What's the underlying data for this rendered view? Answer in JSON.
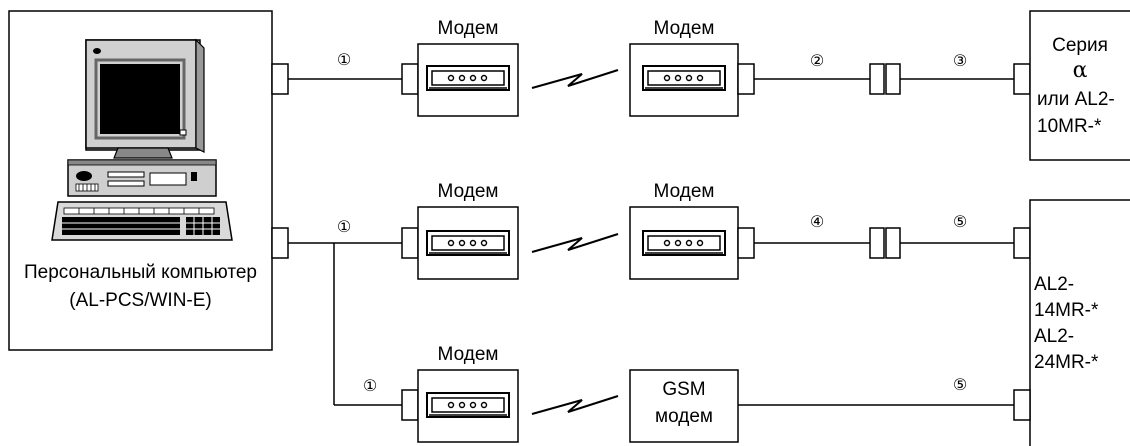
{
  "pc": {
    "label_line1": "Персональный компьютер",
    "label_line2": "(AL-PCS/WIN-E)"
  },
  "modem_label": "Модем",
  "gsm": {
    "line1": "GSM",
    "line2": "модем"
  },
  "cable_markers": [
    "①",
    "②",
    "③",
    "④",
    "⑤"
  ],
  "device_top": {
    "line1": "Серия",
    "line2": "α",
    "line3": "или AL2-",
    "line4": "10MR-*"
  },
  "device_bottom": {
    "line1": "AL2-",
    "line2": "14MR-*",
    "line3": "AL2-",
    "line4": "24MR-*"
  }
}
